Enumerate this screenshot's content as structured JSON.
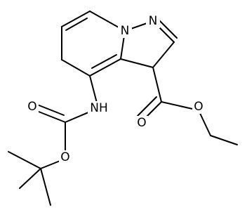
{
  "molecule": {
    "atoms": {
      "n1": "N",
      "n2": "N",
      "nh": "NH",
      "o_carbamate_carbonyl": "O",
      "o_carbamate_ether": "O",
      "o_ester_carbonyl": "O",
      "o_ester_ether": "O"
    }
  }
}
